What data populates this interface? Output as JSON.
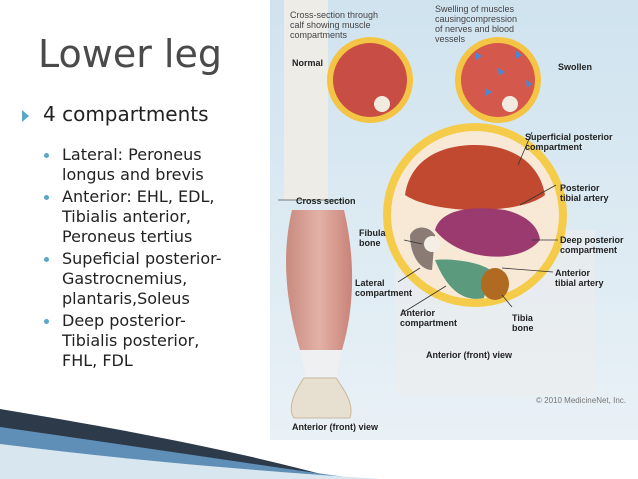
{
  "slide": {
    "title": "Lower leg",
    "main_bullet": "4 compartments",
    "sub_bullets": [
      "Lateral: Peroneus\nlongus and brevis",
      "Anterior: EHL, EDL,\nTibialis anterior,\nPeroneus tertius",
      "Supeficial posterior-\nGastrocnemius,\nplantaris,Soleus",
      "Deep posterior-\nTibialis posterior,\nFHL, FDL"
    ]
  },
  "figure": {
    "labels": {
      "cross_section_caption": "Cross-section through\ncalf showing muscle\ncompartments",
      "swelling_caption": "Swelling of muscles\ncausingcompression\nof nerves and blood\nvessels",
      "normal": "Normal",
      "swollen": "Swollen",
      "superficial_posterior": "Superficial posterior\ncompartment",
      "posterior_tibial_artery": "Posterior\ntibial artery",
      "cross_section": "Cross section",
      "fibula_bone": "Fibula\nbone",
      "deep_posterior": "Deep posterior\ncompartment",
      "anterior_tibial_artery": "Anterior\ntibial artery",
      "lateral_compartment": "Lateral\ncompartment",
      "anterior_compartment": "Anterior\ncompartment",
      "tibia_bone": "Tibia\nbone",
      "anterior_front_view_right": "Anterior (front) view",
      "anterior_front_view_left": "Anterior (front) view",
      "copyright": "© 2010 MedicineNet, Inc."
    }
  }
}
